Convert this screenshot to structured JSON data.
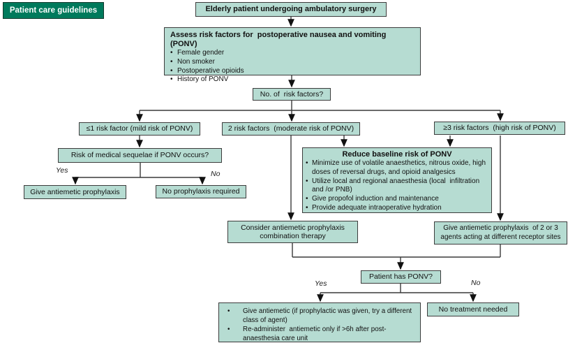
{
  "banner": {
    "label": "Patient care guidelines"
  },
  "glyphs": {
    "bullet": "•"
  },
  "colors": {
    "banner_bg": "#007a5c",
    "banner_text": "#ffffff",
    "node_fill": "#b6dcd2",
    "node_border": "#3c3c3c",
    "connector": "#3a3a3a"
  },
  "nodes": {
    "start": {
      "label": "Elderly patient undergoing ambulatory surgery"
    },
    "assess": {
      "title": "Assess risk factors for  postoperative nausea and vomiting (PONV)",
      "bullets": [
        "Female gender",
        "Non smoker",
        "Postoperative opioids",
        "History of PONV"
      ]
    },
    "risk_count": {
      "label": "No. of  risk factors?"
    },
    "mild": {
      "label": "≤1 risk factor (mild risk of PONV)"
    },
    "moderate": {
      "label": "2 risk factors  (moderate risk of PONV)"
    },
    "high": {
      "label": "≥3 risk factors  (high risk of PONV)"
    },
    "sequelae": {
      "label": "Risk of medical sequelae if PONV occurs?"
    },
    "give_prophylaxis": {
      "label": "Give antiemetic prophylaxis"
    },
    "no_prophylaxis": {
      "label": "No prophylaxis required"
    },
    "reduce": {
      "title": "Reduce baseline risk of PONV",
      "bullets": [
        "Minimize use of volatile anaesthetics, nitrous oxide, high doses of reversal drugs, and opioid analgesics",
        "Utilize local and regional anaesthesia (local  infiltration and /or PNB)",
        "Give propofol induction and maintenance",
        "Provide adequate intraoperative hydration"
      ]
    },
    "consider_combo": {
      "label": "Consider antiemetic prophylaxis combination therapy"
    },
    "give_2or3": {
      "label": "Give antiemetic prophylaxis  of 2 or 3 agents acting at different receptor sites"
    },
    "has_ponv": {
      "label": "Patient has PONV?"
    },
    "treatment": {
      "bullets": [
        "Give antiemetic (if prophylactic was given, try a different class of agent)",
        "Re-administer  antiemetic only if >6h after post-anaesthesia care unit"
      ]
    },
    "no_treatment": {
      "label": "No treatment needed"
    }
  },
  "edge_labels": {
    "sequelae_yes": "Yes",
    "sequelae_no": "No",
    "ponv_yes": "Yes",
    "ponv_no": "No"
  }
}
